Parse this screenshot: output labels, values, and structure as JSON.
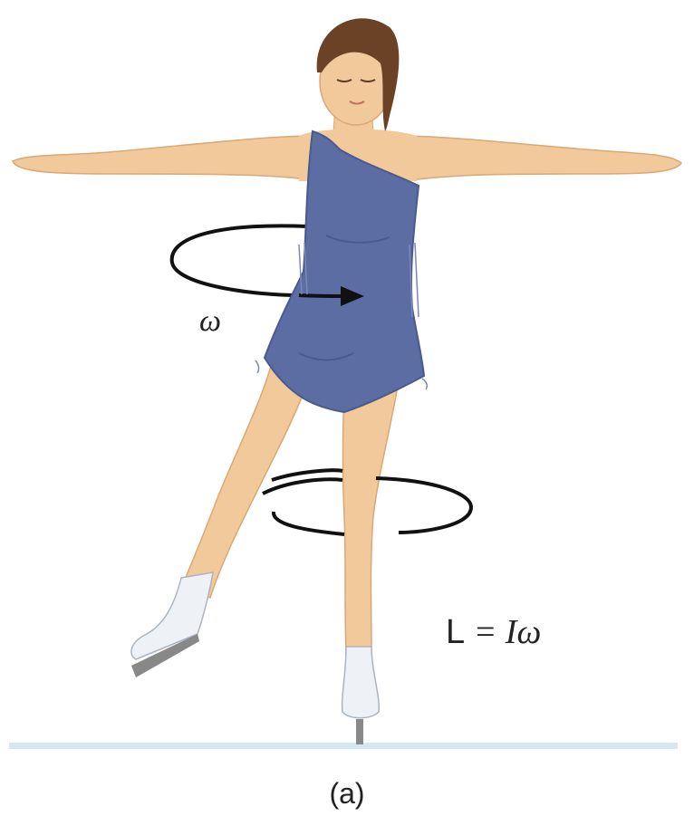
{
  "labels": {
    "omega": "ω",
    "equation_L": "L",
    "equation_rest": " = Iω",
    "caption": "(a)"
  },
  "colors": {
    "skin": "#f2c99a",
    "skin_shadow": "#d9a877",
    "dress": "#5c6da3",
    "dress_shadow": "#4a5a8c",
    "hair": "#6b4226",
    "skate_boot": "#eef2f6",
    "blade": "#888888",
    "ice_line": "#d6e8ef",
    "arrow": "#111111"
  },
  "icons": [
    "rotation-arrow-icon",
    "spin-motion-lines-icon",
    "ice-skater-illustration"
  ]
}
